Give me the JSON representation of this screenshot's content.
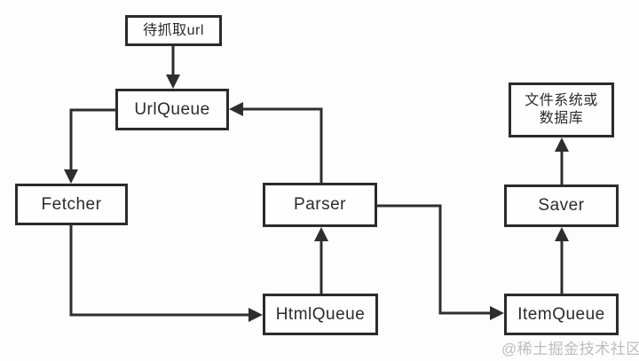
{
  "diagram": {
    "title_hint": "web crawler architecture flowchart",
    "nodes": {
      "pending_url": {
        "label": "待抓取url"
      },
      "url_queue": {
        "label": "UrlQueue"
      },
      "fetcher": {
        "label": "Fetcher"
      },
      "parser": {
        "label": "Parser"
      },
      "html_queue": {
        "label": "HtmlQueue"
      },
      "item_queue": {
        "label": "ItemQueue"
      },
      "saver": {
        "label": "Saver"
      },
      "storage": {
        "label": "文件系统或\n数据库"
      }
    },
    "edges": [
      {
        "from": "pending_url",
        "to": "url_queue"
      },
      {
        "from": "url_queue",
        "to": "fetcher"
      },
      {
        "from": "fetcher",
        "to": "html_queue"
      },
      {
        "from": "html_queue",
        "to": "parser"
      },
      {
        "from": "parser",
        "to": "url_queue"
      },
      {
        "from": "parser",
        "to": "item_queue"
      },
      {
        "from": "item_queue",
        "to": "saver"
      },
      {
        "from": "saver",
        "to": "storage"
      }
    ],
    "colors": {
      "line": "#2e2e2e",
      "box_border": "#2b2b2b",
      "box_fill": "#fefefe",
      "background": "#fdfdfd",
      "watermark": "#bdbdbd"
    }
  },
  "watermark": {
    "text": "@稀土掘金技术社区"
  }
}
